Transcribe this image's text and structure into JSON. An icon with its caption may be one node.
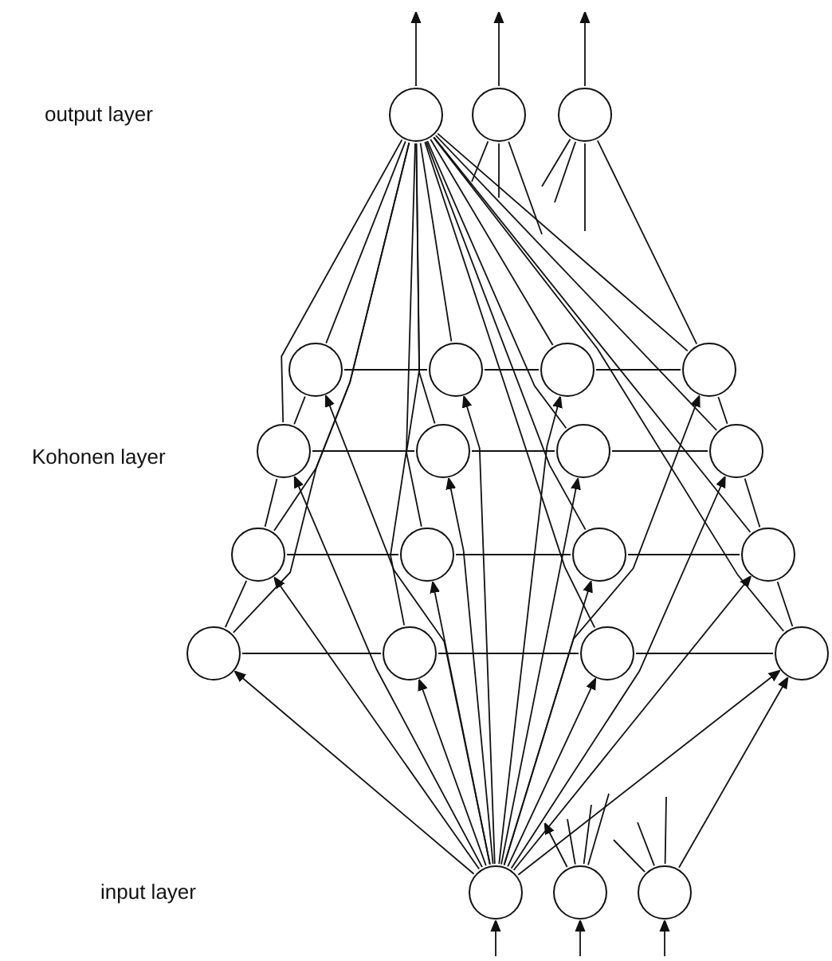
{
  "diagram": {
    "nodes": [
      {
        "text": [],
        "shape": "circle"
      },
      {
        "text": [],
        "shape": "circle"
      },
      {
        "text": [],
        "shape": "circle"
      },
      {
        "text": [],
        "shape": "circle"
      },
      {
        "text": [],
        "shape": "circle"
      },
      {
        "text": [],
        "shape": "circle"
      },
      {
        "text": [],
        "shape": "circle"
      },
      {
        "text": [],
        "shape": "circle"
      },
      {
        "text": [],
        "shape": "circle"
      },
      {
        "text": [],
        "shape": "circle"
      },
      {
        "text": [],
        "shape": "circle"
      },
      {
        "text": [],
        "shape": "circle"
      },
      {
        "text": [],
        "shape": "circle"
      },
      {
        "text": [],
        "shape": "circle"
      },
      {
        "text": [],
        "shape": "circle"
      },
      {
        "text": [],
        "shape": "circle"
      },
      {
        "text": [],
        "shape": "circle"
      },
      {
        "text": [],
        "shape": "circle"
      },
      {
        "text": [],
        "shape": "circle"
      },
      {
        "text": [],
        "shape": "circle"
      },
      {
        "text": [],
        "shape": "circle"
      },
      {
        "text": [],
        "shape": "circle"
      }
    ],
    "edges": [
      {
        "from": 0,
        "to": null,
        "arrow": "to"
      },
      {
        "from": 1,
        "to": null,
        "arrow": "to"
      },
      {
        "from": 2,
        "to": null,
        "arrow": "to"
      },
      {
        "from": 0,
        "to": 3,
        "arrow": "none"
      },
      {
        "from": 0,
        "to": 4,
        "arrow": "none"
      },
      {
        "from": 0,
        "to": 5,
        "arrow": "none"
      },
      {
        "from": 0,
        "to": 6,
        "arrow": "none"
      },
      {
        "from": 0,
        "to": 7,
        "arrow": "none"
      },
      {
        "from": 0,
        "to": 8,
        "arrow": "none"
      },
      {
        "from": 0,
        "to": 9,
        "arrow": "none"
      },
      {
        "from": 0,
        "to": 10,
        "arrow": "none"
      },
      {
        "from": 0,
        "to": 11,
        "arrow": "none"
      },
      {
        "from": 0,
        "to": 12,
        "arrow": "none"
      },
      {
        "from": 0,
        "to": 13,
        "arrow": "none"
      },
      {
        "from": 0,
        "to": 14,
        "arrow": "none"
      },
      {
        "from": 0,
        "to": 15,
        "arrow": "none"
      },
      {
        "from": 0,
        "to": 16,
        "arrow": "none"
      },
      {
        "from": 0,
        "to": 17,
        "arrow": "none"
      },
      {
        "from": 0,
        "to": 18,
        "arrow": "none"
      },
      {
        "from": 1,
        "to": null,
        "arrow": "none"
      },
      {
        "from": 1,
        "to": null,
        "arrow": "none"
      },
      {
        "from": 1,
        "to": null,
        "arrow": "none"
      },
      {
        "from": 2,
        "to": 6,
        "arrow": "none"
      },
      {
        "from": 2,
        "to": null,
        "arrow": "none"
      },
      {
        "from": 2,
        "to": null,
        "arrow": "none"
      },
      {
        "from": 2,
        "to": null,
        "arrow": "none"
      },
      {
        "from": 3,
        "to": 4,
        "arrow": "none"
      },
      {
        "from": 4,
        "to": 5,
        "arrow": "none"
      },
      {
        "from": 5,
        "to": 6,
        "arrow": "none"
      },
      {
        "from": 7,
        "to": 8,
        "arrow": "none"
      },
      {
        "from": 8,
        "to": 9,
        "arrow": "none"
      },
      {
        "from": 9,
        "to": 10,
        "arrow": "none"
      },
      {
        "from": 11,
        "to": 12,
        "arrow": "none"
      },
      {
        "from": 12,
        "to": 13,
        "arrow": "none"
      },
      {
        "from": 13,
        "to": 14,
        "arrow": "none"
      },
      {
        "from": 15,
        "to": 16,
        "arrow": "none"
      },
      {
        "from": 16,
        "to": 17,
        "arrow": "none"
      },
      {
        "from": 17,
        "to": 18,
        "arrow": "none"
      },
      {
        "from": 15,
        "to": 11,
        "arrow": "none"
      },
      {
        "from": 11,
        "to": 7,
        "arrow": "none"
      },
      {
        "from": 7,
        "to": 3,
        "arrow": "none"
      },
      {
        "from": 18,
        "to": 14,
        "arrow": "none"
      },
      {
        "from": 14,
        "to": 10,
        "arrow": "none"
      },
      {
        "from": 10,
        "to": 6,
        "arrow": "none"
      },
      {
        "from": 19,
        "to": 3,
        "arrow": "to"
      },
      {
        "from": 19,
        "to": 4,
        "arrow": "to"
      },
      {
        "from": 19,
        "to": 5,
        "arrow": "to"
      },
      {
        "from": 19,
        "to": 6,
        "arrow": "to"
      },
      {
        "from": 19,
        "to": 7,
        "arrow": "to"
      },
      {
        "from": 19,
        "to": 8,
        "arrow": "to"
      },
      {
        "from": 19,
        "to": 9,
        "arrow": "to"
      },
      {
        "from": 19,
        "to": 10,
        "arrow": "to"
      },
      {
        "from": 19,
        "to": 11,
        "arrow": "to"
      },
      {
        "from": 19,
        "to": 12,
        "arrow": "to"
      },
      {
        "from": 19,
        "to": 13,
        "arrow": "to"
      },
      {
        "from": 19,
        "to": 14,
        "arrow": "to"
      },
      {
        "from": 19,
        "to": 15,
        "arrow": "to"
      },
      {
        "from": 19,
        "to": 16,
        "arrow": "to"
      },
      {
        "from": 19,
        "to": 17,
        "arrow": "to"
      },
      {
        "from": 19,
        "to": 18,
        "arrow": "to"
      },
      {
        "from": 20,
        "to": null,
        "arrow": "to"
      },
      {
        "from": 20,
        "to": null,
        "arrow": "none"
      },
      {
        "from": 20,
        "to": null,
        "arrow": "none"
      },
      {
        "from": 20,
        "to": null,
        "arrow": "none"
      },
      {
        "from": 21,
        "to": 18,
        "arrow": "to"
      },
      {
        "from": 21,
        "to": null,
        "arrow": "none"
      },
      {
        "from": 21,
        "to": null,
        "arrow": "none"
      },
      {
        "from": 21,
        "to": null,
        "arrow": "none"
      },
      {
        "from": null,
        "to": 19,
        "arrow": "to"
      },
      {
        "from": null,
        "to": 20,
        "arrow": "to"
      },
      {
        "from": null,
        "to": 21,
        "arrow": "to"
      }
    ],
    "labels": [
      "output layer",
      "Kohonen layer",
      "input layer"
    ]
  }
}
